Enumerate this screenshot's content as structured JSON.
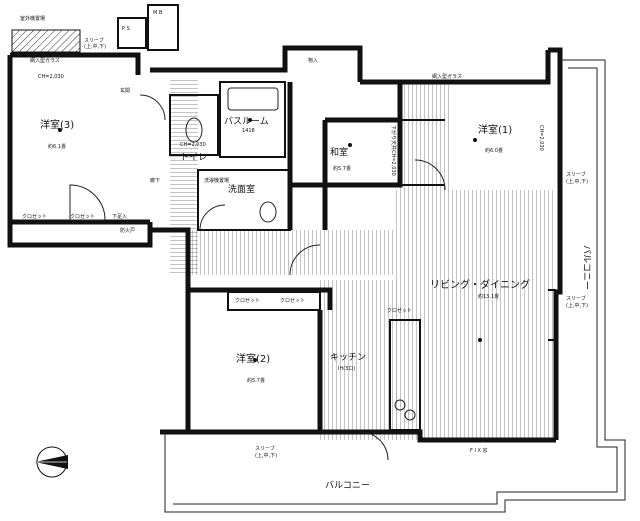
{
  "rooms": {
    "western3": {
      "name": "洋室(3)",
      "size": "約6.1畳"
    },
    "western1": {
      "name": "洋室(1)",
      "size": "約6.0畳"
    },
    "western2": {
      "name": "洋室(2)",
      "size": "約5.7畳"
    },
    "japanese": {
      "name": "和室",
      "size": "約5.7畳"
    },
    "living": {
      "name": "リビング・ダイニング",
      "size": "約13.1畳"
    },
    "bath": {
      "name": "バスルーム",
      "size": "1418"
    },
    "toilet": {
      "name": "トイレ"
    },
    "washroom": {
      "name": "洗面室"
    },
    "kitchen": {
      "name": "キッチン",
      "note": "IH(3口)"
    },
    "entrance": {
      "name": "玄関"
    },
    "hall": {
      "name": "廊下"
    }
  },
  "labels": {
    "balcony_right": "バルコニー",
    "balcony_bottom": "バルコニー",
    "closet": "クロゼット",
    "shoebox": "下足入",
    "sleeve_right_top": "スリーブ",
    "sleeve_right_top_sub": "(上,中,下)",
    "sleeve_right_mid": "スリーブ",
    "sleeve_right_mid_sub": "(上,中,下)",
    "sleeve_bottom": "スリーブ",
    "sleeve_bottom_sub": "(上,中,下)",
    "sleeve_top_left": "スリーブ",
    "sleeve_top_left_sub": "(上,中,下)",
    "mb": "M B",
    "ps": "P S",
    "fix_window": "F I X 窓",
    "ch_w3": "CH=2,030",
    "ch_japanese": "下がり天井CH=2,030",
    "ch_w1": "CH=2,030",
    "ch_toilet": "CH=2,030",
    "outdoor_room": "室外機置場",
    "glass_top": "網入型ガラス",
    "wire_glass": "網入型ガラス",
    "storage": "物入",
    "fire_door": "防火戸",
    "laundry": "洗濯機置場"
  },
  "icons": {
    "compass": "north-arrow-icon"
  }
}
